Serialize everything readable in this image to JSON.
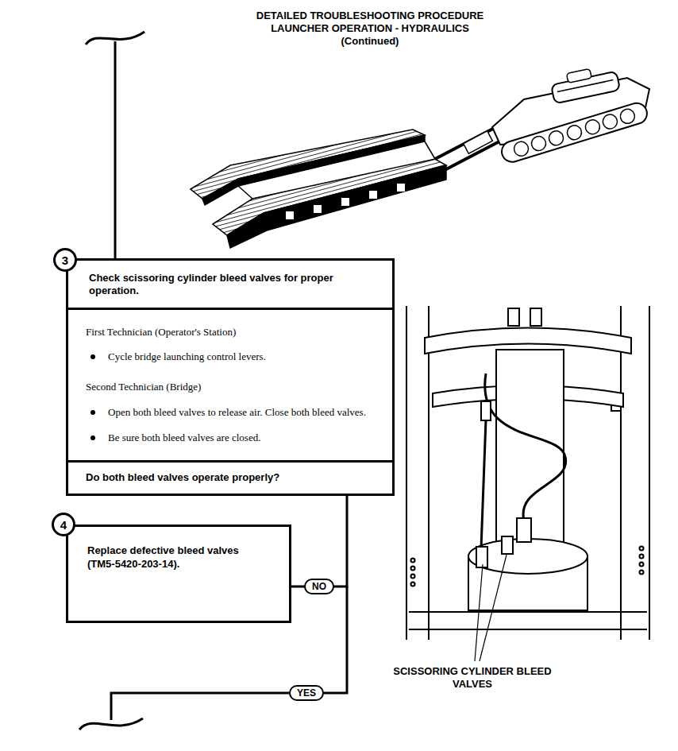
{
  "diagram": {
    "title": "DETAILED TROUBLESHOOTING PROCEDURE LAUNCHER OPERATION - HYDRAULICS",
    "nodes": [
      {
        "text": [
          "3"
        ]
      },
      {
        "text": [
          "Check scissoring cylinder bleed valves for proper operation.",
          "First Technician (Operator's Station)",
          "Cycle bridge launching control levers.",
          "Second Technician (Bridge)",
          "Open both bleed valves to release air. Close both bleed valves.",
          "Be sure both bleed valves are closed.",
          "Do both bleed valves operate properly?"
        ]
      },
      {
        "text": [
          "4"
        ]
      },
      {
        "text": [
          "Replace defective bleed valves (TM5-5420-203-14)."
        ]
      }
    ],
    "edges": [
      {
        "from": 1,
        "to": 3,
        "label": "NO",
        "arrow": "none"
      }
    ],
    "labels": [
      "(Continued)",
      "YES",
      "SCISSORING CYLINDER BLEED VALVES"
    ]
  }
}
